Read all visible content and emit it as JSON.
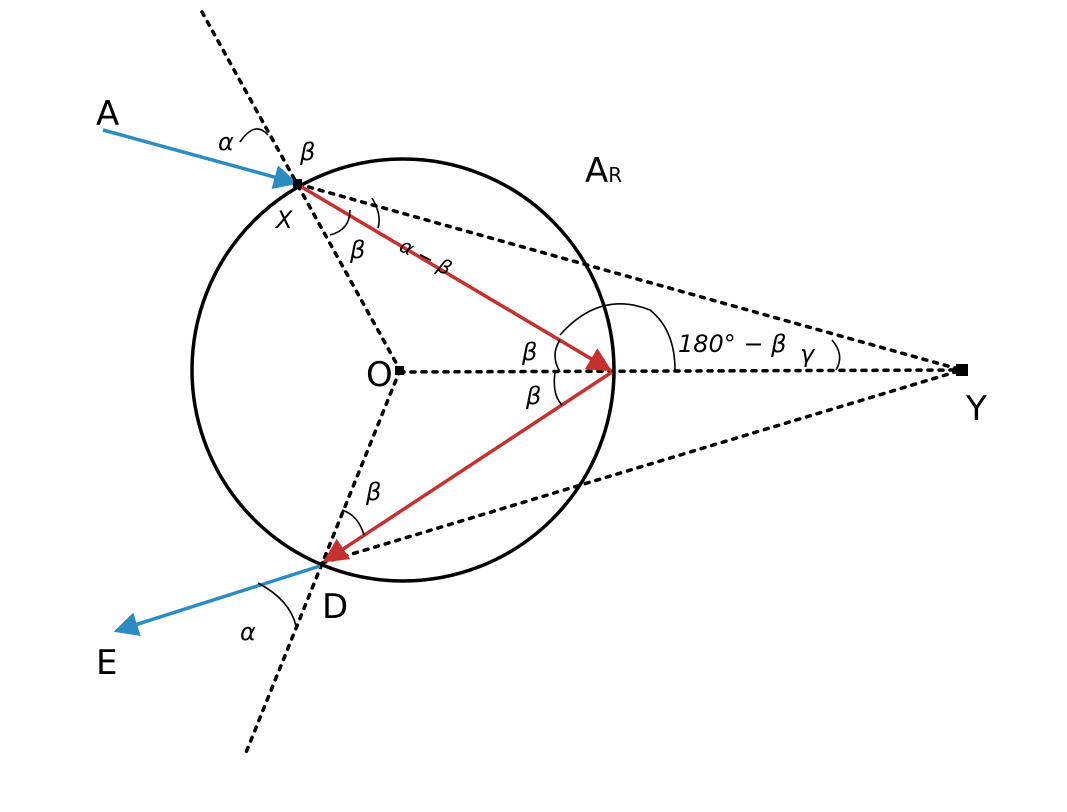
{
  "diagram": {
    "colors": {
      "incident_ray": "#2b8cc4",
      "internal_ray": "#c8302e",
      "outline": "#000000"
    },
    "labels": {
      "point_a": "A",
      "point_x": "X",
      "point_o": "O",
      "point_d": "D",
      "point_e": "E",
      "point_y": "Y",
      "region_ar": "A",
      "region_ar_sub": "R",
      "alpha_top": "α",
      "beta_top": "β",
      "beta_x_inner": "β",
      "alpha_minus_beta": "α − β",
      "beta_reflect_upper": "β",
      "beta_reflect_lower": "β",
      "one_eighty_minus_beta": "180° − β",
      "gamma": "γ",
      "beta_d_inner": "β",
      "alpha_bottom": "α"
    }
  }
}
